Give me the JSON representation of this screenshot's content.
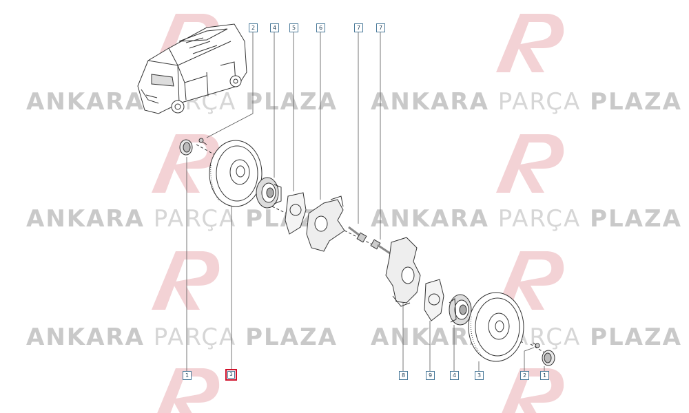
{
  "watermark": {
    "part1": "ANKARA",
    "part2": "PARÇA",
    "part3": "PLAZA",
    "logo_color": "#e9a6ad"
  },
  "callouts_top": [
    {
      "id": "2",
      "label": "2"
    },
    {
      "id": "4",
      "label": "4"
    },
    {
      "id": "5",
      "label": "5"
    },
    {
      "id": "6",
      "label": "6"
    },
    {
      "id": "7a",
      "label": "7"
    },
    {
      "id": "7b",
      "label": "7"
    }
  ],
  "callouts_bottom": [
    {
      "id": "1l",
      "label": "1"
    },
    {
      "id": "3l",
      "label": "3",
      "selected": true
    },
    {
      "id": "8",
      "label": "8"
    },
    {
      "id": "9",
      "label": "9"
    },
    {
      "id": "4r",
      "label": "4"
    },
    {
      "id": "3r",
      "label": "3"
    },
    {
      "id": "2r",
      "label": "2"
    },
    {
      "id": "1r",
      "label": "1"
    }
  ],
  "colors": {
    "line": "#333333",
    "callout_border": "#4a7a9a",
    "selected_border": "#d0102a"
  }
}
